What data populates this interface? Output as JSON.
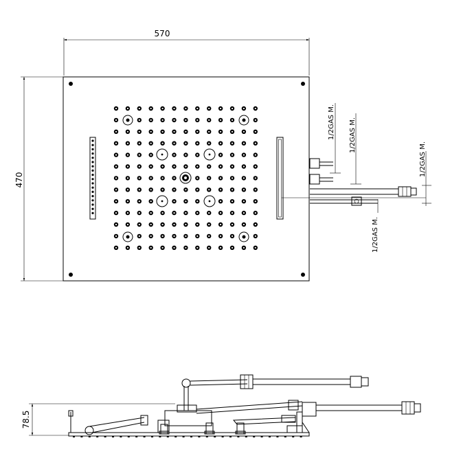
{
  "top_view": {
    "width_label": "570",
    "height_label": "470",
    "connection_labels": [
      "1/2GAS M.",
      "1/2GAS M.",
      "1/2GAS M.",
      "1/2GAS M."
    ]
  },
  "side_view": {
    "height_label": "78.5"
  }
}
